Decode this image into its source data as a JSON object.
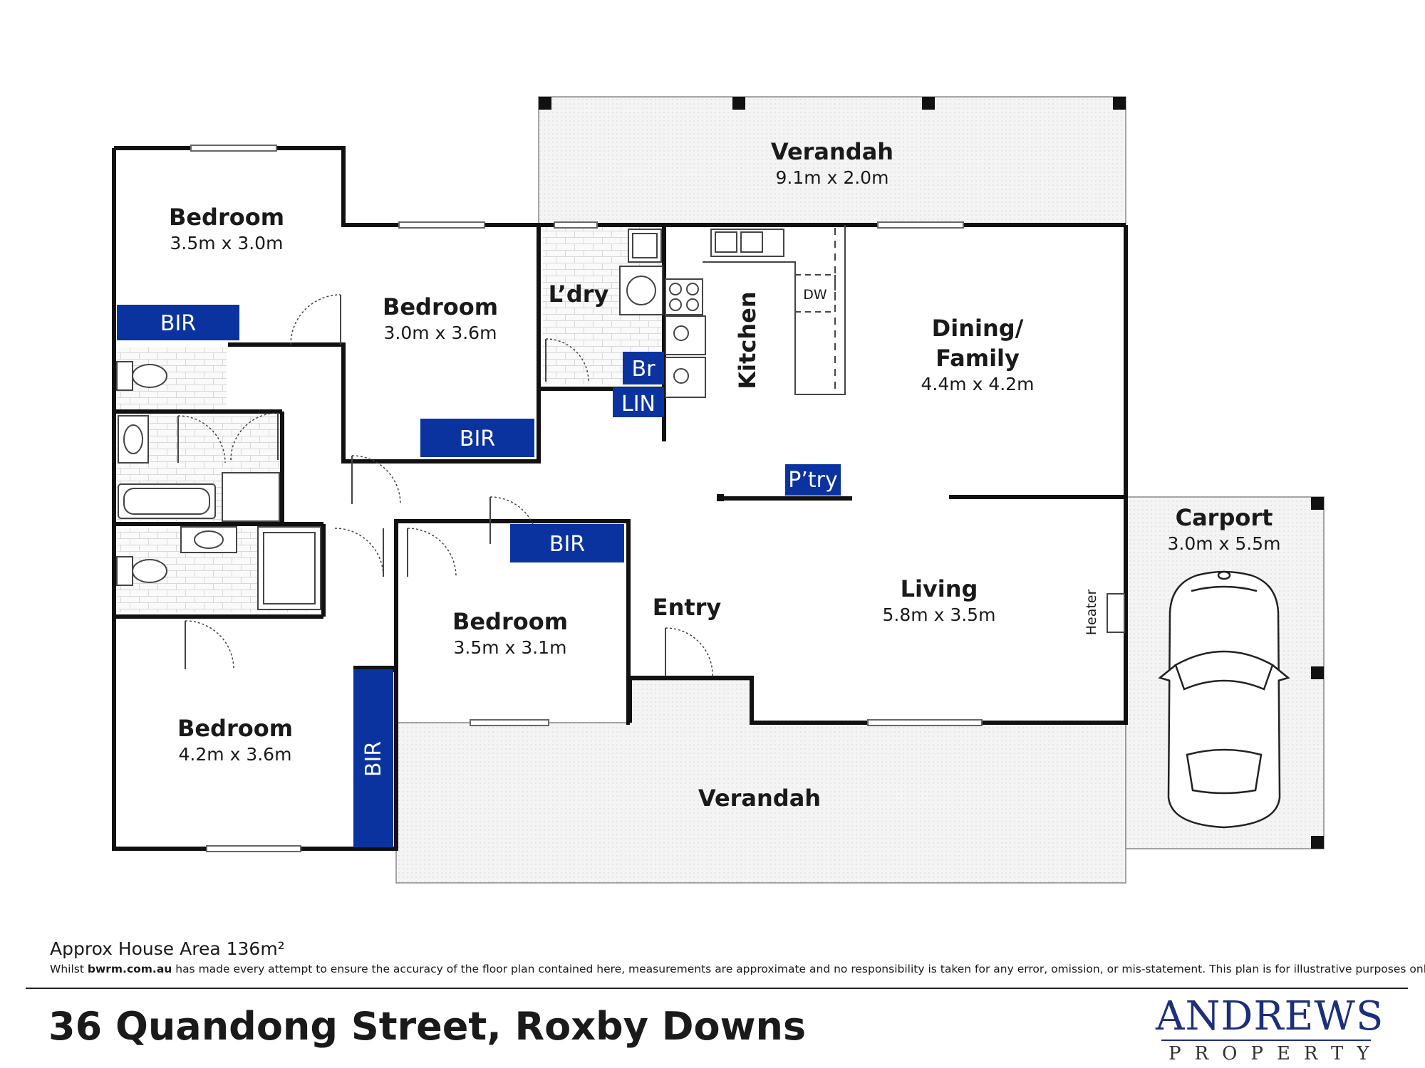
{
  "rooms": {
    "verandah_top": {
      "name": "Verandah",
      "dims": "9.1m x 2.0m"
    },
    "bedroom_1": {
      "name": "Bedroom",
      "dims": "3.5m x 3.0m"
    },
    "bedroom_2": {
      "name": "Bedroom",
      "dims": "3.0m x 3.6m"
    },
    "laundry": {
      "name": "L’dry"
    },
    "kitchen": {
      "name": "Kitchen"
    },
    "dining_family": {
      "name_line1": "Dining/",
      "name_line2": "Family",
      "dims": "4.4m x 4.2m"
    },
    "living": {
      "name": "Living",
      "dims": "5.8m x 3.5m"
    },
    "entry": {
      "name": "Entry"
    },
    "bedroom_3": {
      "name": "Bedroom",
      "dims": "3.5m x 3.1m"
    },
    "bedroom_4": {
      "name": "Bedroom",
      "dims": "4.2m x 3.6m"
    },
    "verandah_bottom": {
      "name": "Verandah"
    },
    "carport": {
      "name": "Carport",
      "dims": "3.0m x 5.5m"
    }
  },
  "tags": {
    "bir": "BIR",
    "br": "Br",
    "lin": "LIN",
    "pantry": "P’try",
    "dw": "DW",
    "heater": "Heater"
  },
  "footer": {
    "area": "Approx House Area 136m²",
    "disclaimer_pre": "Whilst ",
    "disclaimer_site": "bwrm.com.au",
    "disclaimer_post": " has made every attempt to ensure the accuracy of the floor plan contained here, measurements are approximate and no responsibility is taken for any error, omission, or mis-statement. This plan is for illustrative purposes only.",
    "address": "36 Quandong Street, Roxby Downs"
  },
  "logo": {
    "top": "ANDREWS",
    "bottom": "PROPERTY"
  },
  "colors": {
    "tag_blue": "#0a33a0",
    "wall": "#111111",
    "verandah_fill": "#f2f2f2",
    "logo_blue": "#1c2f7a"
  }
}
